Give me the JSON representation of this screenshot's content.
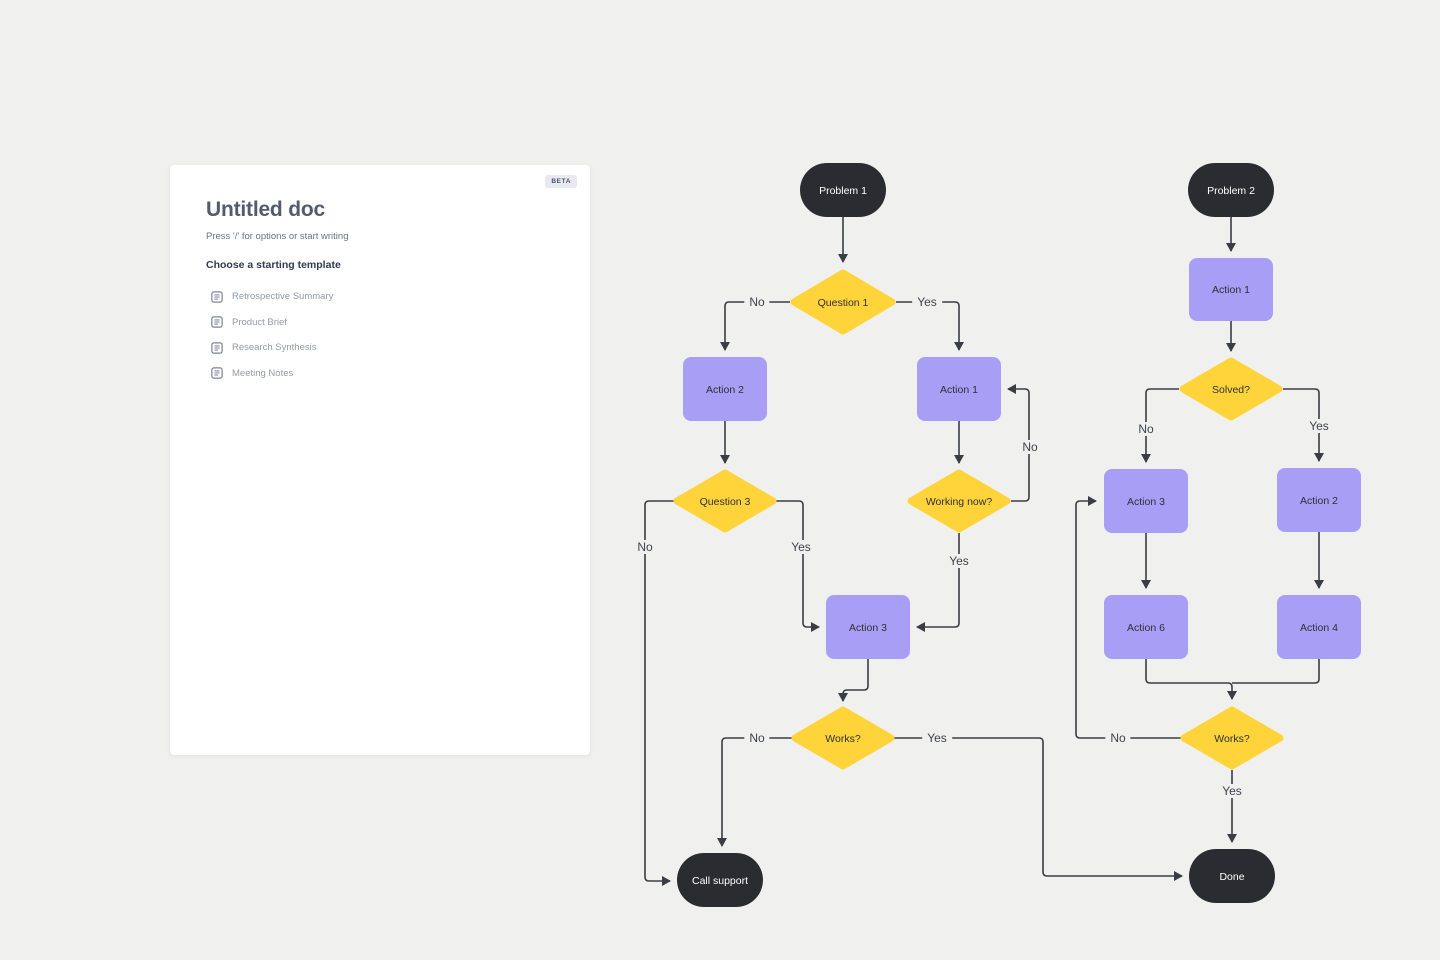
{
  "app": {
    "background_color": "#F0F0EE"
  },
  "doc_panel": {
    "beta_badge": "BETA",
    "title": "Untitled doc",
    "subtitle": "Press '/' for options or start writing",
    "templates_heading": "Choose a starting template",
    "templates": [
      {
        "icon": "document-list-icon",
        "label": "Retrospective Summary"
      },
      {
        "icon": "document-list-icon",
        "label": "Product Brief"
      },
      {
        "icon": "document-list-icon",
        "label": "Research Synthesis"
      },
      {
        "icon": "document-list-icon",
        "label": "Meeting Notes"
      }
    ]
  },
  "flowchart": {
    "colors": {
      "terminal_fill": "#2B2C31",
      "terminal_text": "#FFFFFF",
      "decision_fill": "#FFD43B",
      "action_fill": "#A89EF5",
      "node_text": "#2E3036",
      "edge_line": "#3A3D43",
      "edge_label_text": "#3F434B"
    },
    "nodes": [
      {
        "id": "problem1",
        "type": "terminal",
        "label": "Problem 1"
      },
      {
        "id": "question1",
        "type": "decision",
        "label": "Question 1"
      },
      {
        "id": "action2",
        "type": "action",
        "label": "Action 2"
      },
      {
        "id": "action1",
        "type": "action",
        "label": "Action 1"
      },
      {
        "id": "question3",
        "type": "decision",
        "label": "Question 3"
      },
      {
        "id": "working_now",
        "type": "decision",
        "label": "Working now?"
      },
      {
        "id": "action3",
        "type": "action",
        "label": "Action 3"
      },
      {
        "id": "works",
        "type": "decision",
        "label": "Works?"
      },
      {
        "id": "call_support",
        "type": "terminal",
        "label": "Call support"
      },
      {
        "id": "problem2",
        "type": "terminal",
        "label": "Problem 2"
      },
      {
        "id": "p2_action1",
        "type": "action",
        "label": "Action 1"
      },
      {
        "id": "solved",
        "type": "decision",
        "label": "Solved?"
      },
      {
        "id": "p2_action3",
        "type": "action",
        "label": "Action 3"
      },
      {
        "id": "p2_action2",
        "type": "action",
        "label": "Action 2"
      },
      {
        "id": "p2_action6",
        "type": "action",
        "label": "Action 6"
      },
      {
        "id": "p2_action4",
        "type": "action",
        "label": "Action 4"
      },
      {
        "id": "p2_works",
        "type": "decision",
        "label": "Works?"
      },
      {
        "id": "done",
        "type": "terminal",
        "label": "Done"
      }
    ],
    "edge_labels": [
      {
        "text": "No"
      },
      {
        "text": "Yes"
      },
      {
        "text": "No"
      },
      {
        "text": "No"
      },
      {
        "text": "Yes"
      },
      {
        "text": "Yes"
      },
      {
        "text": "No"
      },
      {
        "text": "Yes"
      },
      {
        "text": "No"
      },
      {
        "text": "Yes"
      },
      {
        "text": "No"
      },
      {
        "text": "Yes"
      }
    ]
  }
}
